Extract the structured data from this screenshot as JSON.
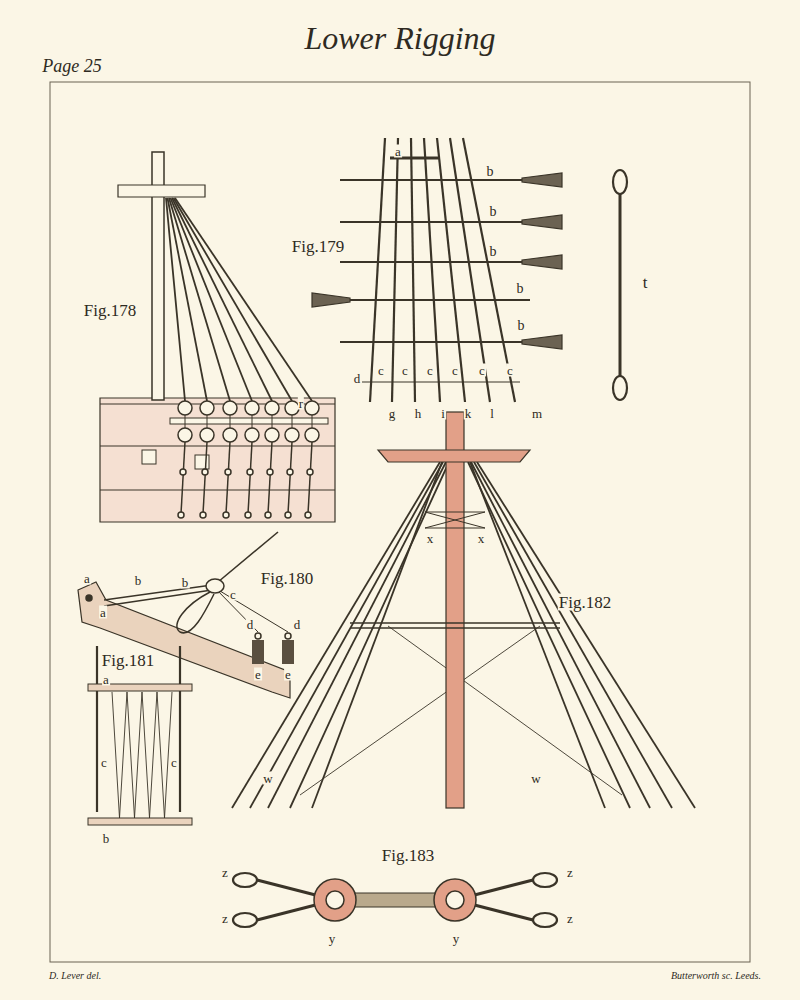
{
  "diagram": {
    "title": "Lower Rigging",
    "labels": [
      "Page 25",
      "Fig.178",
      "r",
      "a",
      "b",
      "b",
      "b",
      "b",
      "b",
      "d",
      "c",
      "c",
      "c",
      "c",
      "c",
      "c",
      "g",
      "h",
      "i",
      "k",
      "l",
      "m",
      "Fig.179",
      "t",
      "Fig.180",
      "a",
      "a",
      "b",
      "b",
      "c",
      "d",
      "d",
      "e",
      "e",
      "Fig.181",
      "a",
      "c",
      "c",
      "b",
      "Fig.182",
      "x",
      "x",
      "w",
      "w",
      "Fig.183",
      "z",
      "z",
      "z",
      "z",
      "y",
      "y",
      "D. Lever del.",
      "Butterworth sc. Leeds."
    ]
  }
}
